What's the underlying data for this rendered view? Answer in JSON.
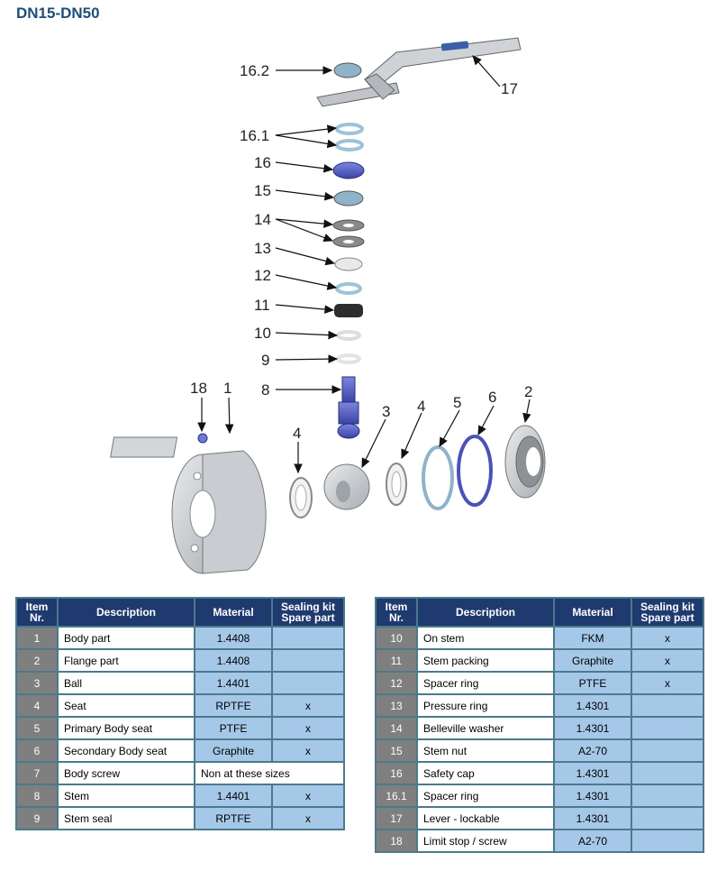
{
  "title": "DN15-DN50",
  "callouts": [
    "16.2",
    "17",
    "16.1",
    "16",
    "15",
    "14",
    "13",
    "12",
    "11",
    "10",
    "9",
    "8",
    "18",
    "1",
    "4",
    "3",
    "4",
    "5",
    "6",
    "2"
  ],
  "table_headers": {
    "item": [
      "Item",
      "Nr."
    ],
    "description": "Description",
    "material": "Material",
    "kit": [
      "Sealing kit",
      "Spare part"
    ]
  },
  "left_rows": [
    {
      "item": "1",
      "description": "Body part",
      "material": "1.4408",
      "kit": ""
    },
    {
      "item": "2",
      "description": "Flange part",
      "material": "1.4408",
      "kit": ""
    },
    {
      "item": "3",
      "description": "Ball",
      "material": "1.4401",
      "kit": ""
    },
    {
      "item": "4",
      "description": "Seat",
      "material": "RPTFE",
      "kit": "x"
    },
    {
      "item": "5",
      "description": "Primary Body seat",
      "material": "PTFE",
      "kit": "x"
    },
    {
      "item": "6",
      "description": "Secondary Body seat",
      "material": "Graphite",
      "kit": "x"
    },
    {
      "item": "7",
      "description": "Body screw",
      "note": "Non at these sizes"
    },
    {
      "item": "8",
      "description": "Stem",
      "material": "1.4401",
      "kit": "x"
    },
    {
      "item": "9",
      "description": "Stem seal",
      "material": "RPTFE",
      "kit": "x"
    }
  ],
  "right_rows": [
    {
      "item": "10",
      "description": "On stem",
      "material": "FKM",
      "kit": "x"
    },
    {
      "item": "11",
      "description": "Stem packing",
      "material": "Graphite",
      "kit": "x"
    },
    {
      "item": "12",
      "description": "Spacer ring",
      "material": "PTFE",
      "kit": "x"
    },
    {
      "item": "13",
      "description": "Pressure ring",
      "material": "1.4301",
      "kit": ""
    },
    {
      "item": "14",
      "description": "Belleville washer",
      "material": "1.4301",
      "kit": ""
    },
    {
      "item": "15",
      "description": "Stem nut",
      "material": "A2-70",
      "kit": ""
    },
    {
      "item": "16",
      "description": "Safety cap",
      "material": "1.4301",
      "kit": ""
    },
    {
      "item": "16.1",
      "description": "Spacer ring",
      "material": "1.4301",
      "kit": ""
    },
    {
      "item": "17",
      "description": "Lever - lockable",
      "material": "1.4301",
      "kit": ""
    },
    {
      "item": "18",
      "description": "Limit stop / screw",
      "material": "A2-70",
      "kit": ""
    }
  ]
}
